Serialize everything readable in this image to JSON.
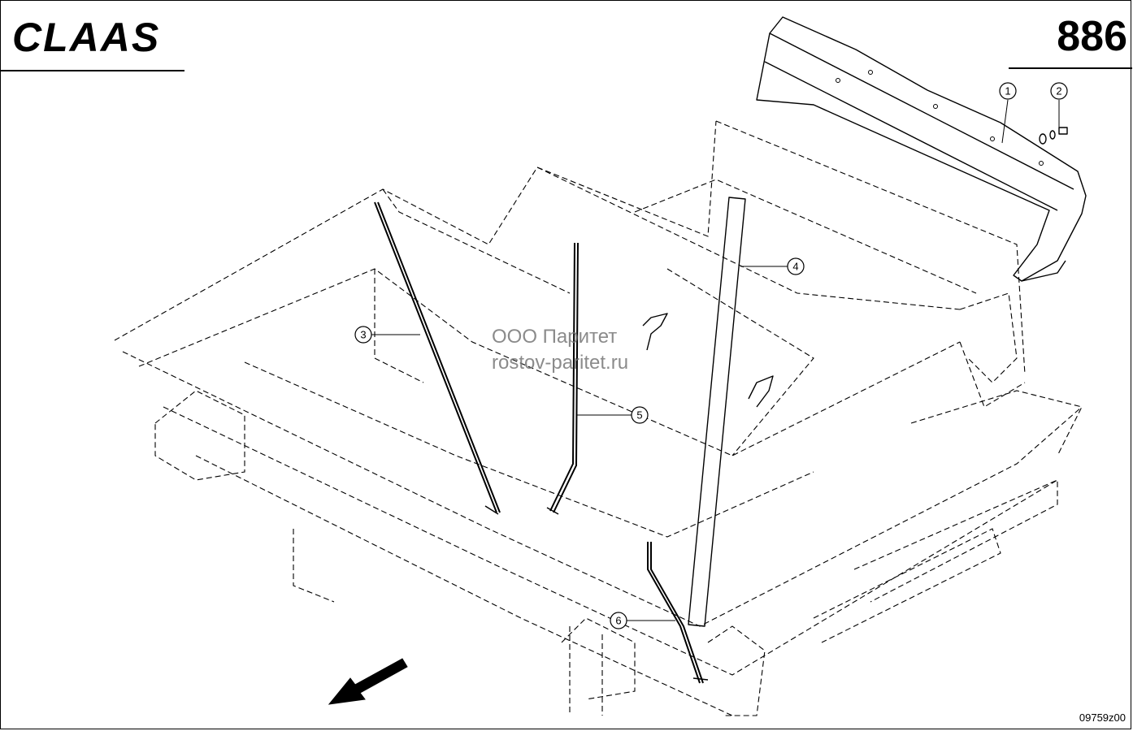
{
  "header": {
    "logo_text": "CLAAS",
    "page_number": "886"
  },
  "watermark": {
    "line1": "ООО Паритет",
    "line2": "rostov-paritet.ru"
  },
  "footer": {
    "drawing_id": "09759z00"
  },
  "callouts": [
    {
      "label": "1"
    },
    {
      "label": "2"
    },
    {
      "label": "3"
    },
    {
      "label": "4"
    },
    {
      "label": "5"
    },
    {
      "label": "6"
    }
  ],
  "colors": {
    "line": "#000000",
    "background": "#ffffff",
    "watermark": "#777777"
  }
}
